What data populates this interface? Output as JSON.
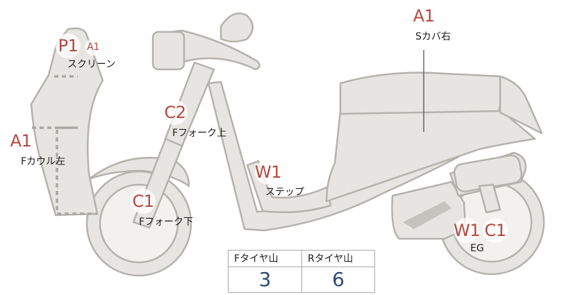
{
  "parts": [
    {
      "key": "screen",
      "grades": [
        "P1",
        "A1"
      ],
      "label": "スクリーン"
    },
    {
      "key": "f_cowl_left",
      "grades": [
        "A1"
      ],
      "label": "Fカウル左"
    },
    {
      "key": "f_fork_upper",
      "grades": [
        "C2"
      ],
      "label": "Fフォーク上"
    },
    {
      "key": "f_fork_lower",
      "grades": [
        "C1"
      ],
      "label": "Fフォーク下"
    },
    {
      "key": "step",
      "grades": [
        "W1"
      ],
      "label": "ステップ"
    },
    {
      "key": "s_cover_right",
      "grades": [
        "A1"
      ],
      "label": "Sカバ右"
    },
    {
      "key": "engine",
      "grades": [
        "W1",
        "C1"
      ],
      "label": "EG"
    }
  ],
  "tire_tread": {
    "headers": [
      "Fタイヤ山",
      "Rタイヤ山"
    ],
    "values": [
      "3",
      "6"
    ]
  },
  "colors": {
    "body_fill": "#e6e5e1",
    "body_stroke": "#b4b2ac",
    "grade_text": "#b5483f",
    "tread_value": "#2c4a73"
  }
}
